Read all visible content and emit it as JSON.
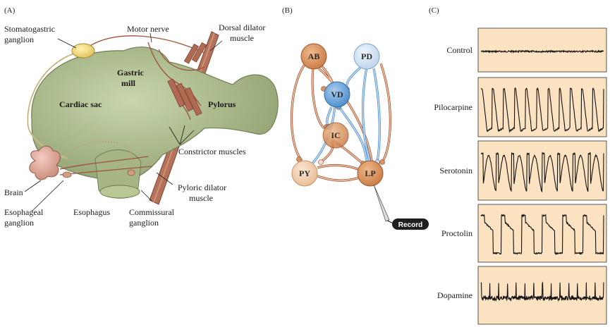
{
  "panel_a": {
    "label": "(A)",
    "stomatogastric": "Stomatogastric",
    "ganglion": "ganglion",
    "motor_nerve": "Motor nerve",
    "dorsal_dilator_1": "Dorsal dilator",
    "dorsal_dilator_2": "muscle",
    "gastric": "Gastric",
    "mill": "mill",
    "cardiac_sac": "Cardiac sac",
    "pylorus": "Pylorus",
    "constrictor": "Constrictor muscles",
    "brain": "Brain",
    "esophageal_1": "Esophageal",
    "esophageal_2": "ganglion",
    "esophagus": "Esophagus",
    "commissural_1": "Commissural",
    "commissural_2": "ganglion",
    "pyloric_dilator_1": "Pyloric dilator",
    "pyloric_dilator_2": "muscle"
  },
  "panel_b": {
    "label": "(B)",
    "nodes": [
      "AB",
      "PD",
      "VD",
      "IC",
      "PY",
      "LP"
    ],
    "record": "Record"
  },
  "panel_c": {
    "label": "(C)",
    "traces": [
      "Control",
      "Pilocarpine",
      "Serotonin",
      "Proctolin",
      "Dopamine"
    ]
  },
  "colors": {
    "tissue": "#b8c79a",
    "nerve": "#a0523c",
    "trace_bg": "#fbe3c2",
    "orange_node": "#d9935f",
    "blue_node": "#6fa8dc",
    "light_blue_node": "#c7dcf0",
    "light_orange_node": "#f0c9a3"
  }
}
